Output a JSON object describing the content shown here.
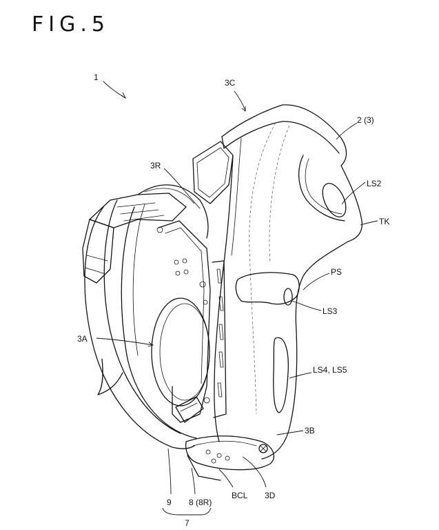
{
  "figure": {
    "title": "FIG.5"
  },
  "labels": {
    "device": "1",
    "upper_case": "3C",
    "main_body": "2 (3)",
    "right_face": "3R",
    "sensor_2": "LS2",
    "trigger": "TK",
    "pressure_sensor": "PS",
    "sensor_3": "LS3",
    "left_face": "3A",
    "sensors_4_5": "LS4, LS5",
    "bottom": "3B",
    "band": "9",
    "strap": "8 (8R)",
    "battery_cover": "BCL",
    "bottom_face": "3D",
    "assembly": "7"
  }
}
